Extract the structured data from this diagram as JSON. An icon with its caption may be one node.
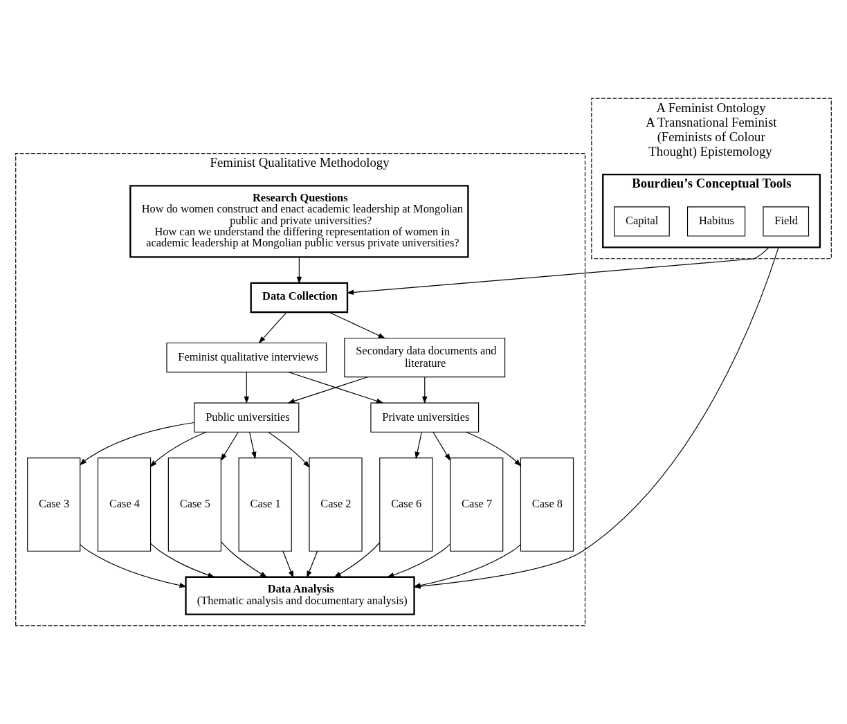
{
  "diagram": {
    "nodes": [
      {
        "text": [
          "Feminist Qualitative Methodology"
        ]
      },
      {
        "text": [
          "Research Questions",
          "How do women construct and enact academic leadership at Mongolian public and private universities?",
          "How can we understand the differing representation of women in academic leadership at Mongolian public versus private universities?"
        ],
        "in": 0
      },
      {
        "text": [
          "Data Collection"
        ],
        "in": 0
      },
      {
        "text": [
          "Feminist qualitative interviews"
        ],
        "in": 0
      },
      {
        "text": [
          "Secondary data documents and literature"
        ],
        "in": 0
      },
      {
        "text": [
          "Public universities"
        ],
        "in": 0
      },
      {
        "text": [
          "Private universities"
        ],
        "in": 0
      },
      {
        "text": [
          "Case 1"
        ],
        "in": 0
      },
      {
        "text": [
          "Case 2"
        ],
        "in": 0
      },
      {
        "text": [
          "Case 3"
        ],
        "in": 0
      },
      {
        "text": [
          "Case 4"
        ],
        "in": 0
      },
      {
        "text": [
          "Case 5"
        ],
        "in": 0
      },
      {
        "text": [
          "Case 6"
        ],
        "in": 0
      },
      {
        "text": [
          "Case 7"
        ],
        "in": 0
      },
      {
        "text": [
          "Case 8"
        ],
        "in": 0
      },
      {
        "text": [
          "Data Analysis",
          "(Thematic analysis and documentary analysis)"
        ],
        "in": 0
      },
      {
        "text": [
          "A Feminist Ontology",
          "A Transnational Feminist (Feminists of Colour Thought) Epistemology"
        ]
      },
      {
        "text": [
          "Bourdieu’s Conceptual Tools"
        ],
        "in": 16
      },
      {
        "text": [
          "Field"
        ],
        "in": 17
      },
      {
        "text": [
          "Habitus"
        ],
        "in": 17
      },
      {
        "text": [
          "Capital"
        ],
        "in": 17
      }
    ],
    "edges": [
      {
        "from": 1,
        "to": 2,
        "arrow": "to"
      },
      {
        "from": 2,
        "to": 3,
        "arrow": "to"
      },
      {
        "from": 2,
        "to": 4,
        "arrow": "to"
      },
      {
        "from": 3,
        "to": 5,
        "arrow": "to"
      },
      {
        "from": 3,
        "to": 6,
        "arrow": "to"
      },
      {
        "from": 4,
        "to": 5,
        "arrow": "to"
      },
      {
        "from": 4,
        "to": 6,
        "arrow": "to"
      },
      {
        "from": 5,
        "to": 7,
        "arrow": "to"
      },
      {
        "from": 5,
        "to": 8,
        "arrow": "to"
      },
      {
        "from": 5,
        "to": 9,
        "arrow": "to"
      },
      {
        "from": 5,
        "to": 10,
        "arrow": "to"
      },
      {
        "from": 5,
        "to": 11,
        "arrow": "to"
      },
      {
        "from": 6,
        "to": 12,
        "arrow": "to"
      },
      {
        "from": 6,
        "to": 13,
        "arrow": "to"
      },
      {
        "from": 6,
        "to": 14,
        "arrow": "to"
      },
      {
        "from": 7,
        "to": 15,
        "arrow": "to"
      },
      {
        "from": 8,
        "to": 15,
        "arrow": "to"
      },
      {
        "from": 9,
        "to": 15,
        "arrow": "to"
      },
      {
        "from": 10,
        "to": 15,
        "arrow": "to"
      },
      {
        "from": 11,
        "to": 15,
        "arrow": "to"
      },
      {
        "from": 12,
        "to": 15,
        "arrow": "to"
      },
      {
        "from": 13,
        "to": 15,
        "arrow": "to"
      },
      {
        "from": 14,
        "to": 15,
        "arrow": "to"
      },
      {
        "from": 17,
        "to": 2,
        "arrow": "to"
      },
      {
        "from": 17,
        "to": 15,
        "arrow": "to"
      }
    ]
  }
}
